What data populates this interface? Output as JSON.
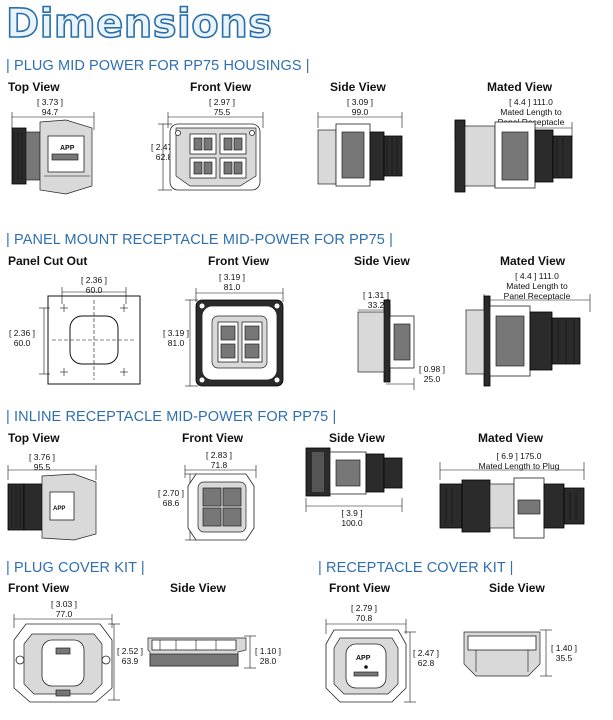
{
  "page_title": "Dimensions",
  "sections": [
    {
      "heading": "| PLUG MID POWER FOR PP75 HOUSINGS |",
      "views": [
        "Top View",
        "Front View",
        "Side View",
        "Mated View"
      ],
      "dims": {
        "top_w_in": "[ 3.73 ]",
        "top_w_mm": "94.7",
        "front_w_in": "[ 2.97 ]",
        "front_w_mm": "75.5",
        "front_h_in": "[ 2.47 ]",
        "front_h_mm": "62.8",
        "side_w_in": "[ 3.09 ]",
        "side_w_mm": "99.0",
        "mated_line1": "[ 4.4 ]  111.0",
        "mated_line2": "Mated Length to",
        "mated_line3": "Panel Receptacle"
      }
    },
    {
      "heading": "| PANEL MOUNT RECEPTACLE MID-POWER FOR PP75 |",
      "views": [
        "Panel Cut Out",
        "Front View",
        "Side View",
        "Mated View"
      ],
      "dims": {
        "cut_w_in": "[ 2.36 ]",
        "cut_w_mm": "60.0",
        "cut_h_in": "[ 2.36 ]",
        "cut_h_mm": "60.0",
        "front_w_in": "[ 3.19 ]",
        "front_w_mm": "81.0",
        "front_h_in": "[ 3.19 ]",
        "front_h_mm": "81.0",
        "side_top_in": "[ 1.31 ]",
        "side_top_mm": "33.2",
        "side_bot_in": "[ 0.98 ]",
        "side_bot_mm": "25.0",
        "mated_line1": "[ 4.4 ]  111.0",
        "mated_line2": "Mated Length to",
        "mated_line3": "Panel Receptacle"
      }
    },
    {
      "heading": "| INLINE RECEPTACLE MID-POWER FOR PP75 |",
      "views": [
        "Top View",
        "Front View",
        "Side View",
        "Mated View"
      ],
      "dims": {
        "top_w_in": "[ 3.76 ]",
        "top_w_mm": "95.5",
        "front_w_in": "[ 2.83 ]",
        "front_w_mm": "71.8",
        "front_h_in": "[ 2.70 ]",
        "front_h_mm": "68.6",
        "side_w_in": "[ 3.9 ]",
        "side_w_mm": "100.0",
        "mated_line1": "[ 6.9 ]  175.0",
        "mated_line2": "Mated Length to Plug"
      }
    },
    {
      "heading": "| PLUG COVER KIT |",
      "views": [
        "Front View",
        "Side View"
      ],
      "dims": {
        "front_w_in": "[ 3.03 ]",
        "front_w_mm": "77.0",
        "front_h_in": "[ 2.52 ]",
        "front_h_mm": "63.9",
        "side_h_in": "[ 1.10 ]",
        "side_h_mm": "28.0"
      }
    },
    {
      "heading": "| RECEPTACLE COVER KIT |",
      "views": [
        "Front View",
        "Side View"
      ],
      "dims": {
        "front_w_in": "[ 2.79 ]",
        "front_w_mm": "70.8",
        "front_h_in": "[ 2.47 ]",
        "front_h_mm": "62.8",
        "side_h_in": "[ 1.40 ]",
        "side_h_mm": "35.5"
      },
      "logo_text": "APP"
    }
  ]
}
